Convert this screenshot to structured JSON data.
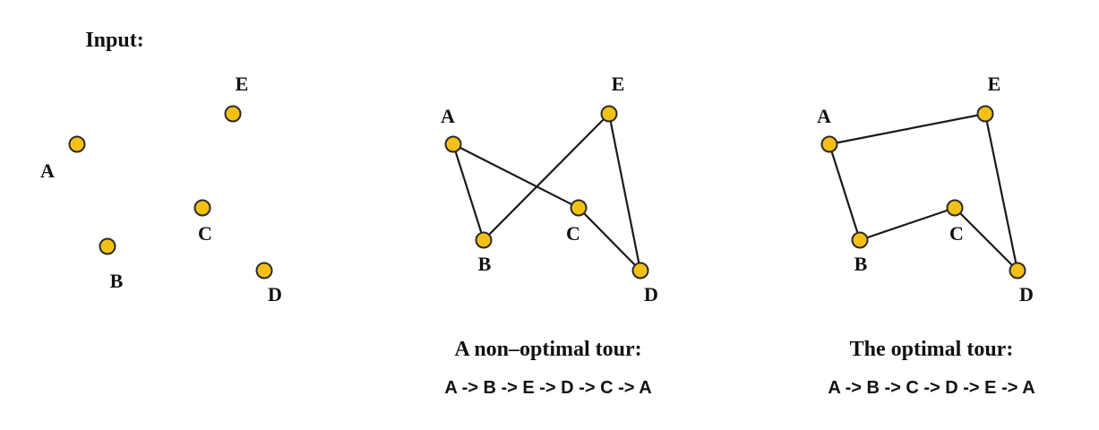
{
  "panels": [
    {
      "id": "input",
      "heading": "Input:",
      "caption": "",
      "sequence": "",
      "tour": []
    },
    {
      "id": "non-optimal",
      "heading": "",
      "caption": "A non–optimal tour:",
      "sequence": "A -> B -> E -> D -> C -> A",
      "tour": [
        "A",
        "B",
        "E",
        "D",
        "C",
        "A"
      ]
    },
    {
      "id": "optimal",
      "heading": "",
      "caption": "The optimal tour:",
      "sequence": "A -> B -> C -> D -> E -> A",
      "tour": [
        "A",
        "B",
        "C",
        "D",
        "E",
        "A"
      ]
    }
  ],
  "node_labels": [
    "A",
    "B",
    "C",
    "D",
    "E"
  ],
  "colors": {
    "node_fill": "#f5c016",
    "node_stroke": "#2a2a2a",
    "edge": "#1a1a1a",
    "text": "#111111"
  }
}
